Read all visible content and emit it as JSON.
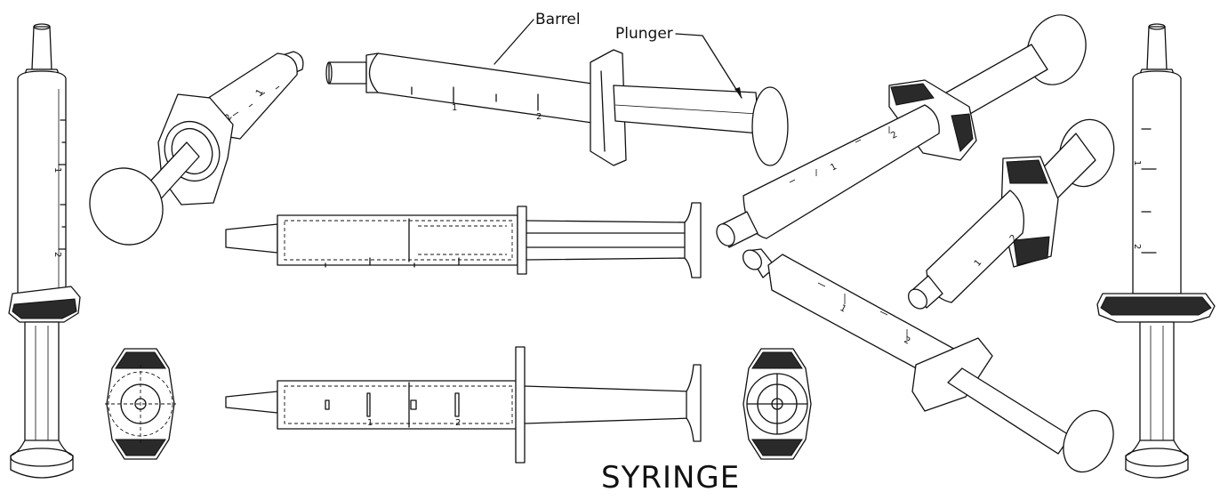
{
  "labels": {
    "barrel": "Barrel",
    "plunger": "Plunger",
    "title": "SYRINGE"
  },
  "graduations": {
    "one": "1",
    "two": "2"
  }
}
